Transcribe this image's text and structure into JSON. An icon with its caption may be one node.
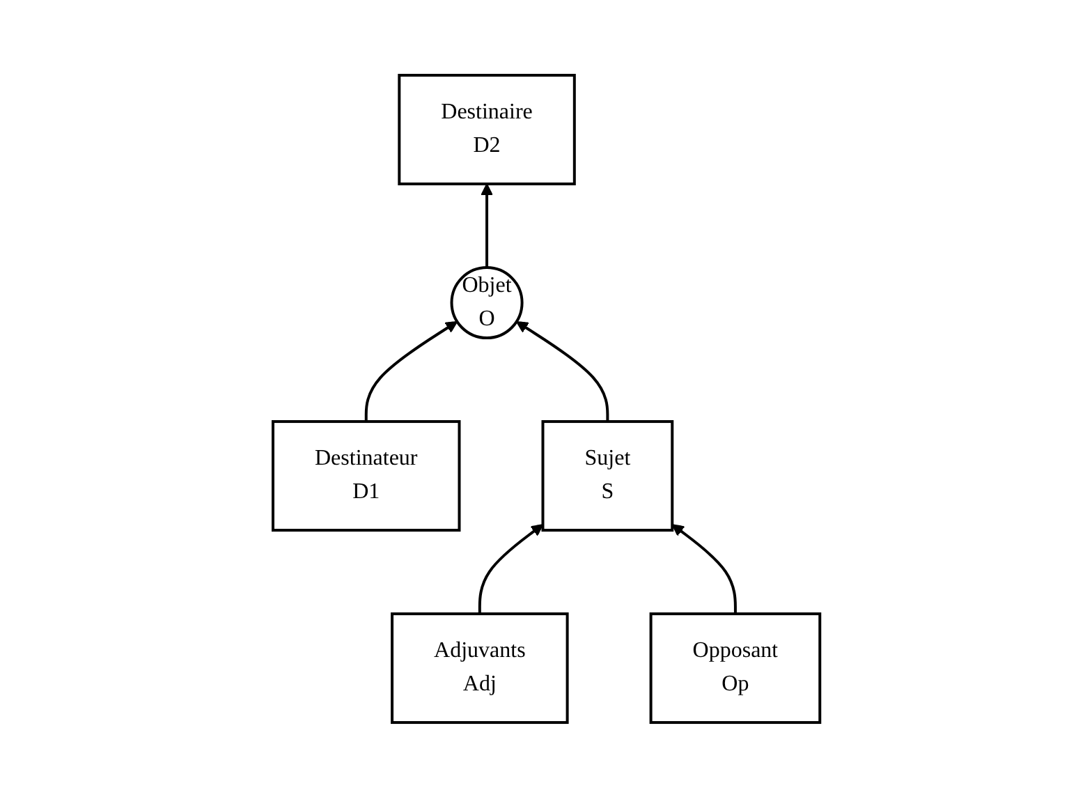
{
  "diagram": {
    "nodes": [
      {
        "text": [
          "Destinateur",
          "D1"
        ]
      },
      {
        "text": [
          "Objet",
          "O"
        ]
      },
      {
        "text": [
          "Destinaire",
          "D2"
        ]
      },
      {
        "text": [
          "Sujet",
          "S"
        ]
      },
      {
        "text": [
          "Adjuvants",
          "Adj"
        ]
      },
      {
        "text": [
          "Opposant",
          "Op"
        ]
      }
    ],
    "edges": [
      {
        "from": 0,
        "to": 1,
        "arrow": "to"
      },
      {
        "from": 1,
        "to": 2,
        "arrow": "to"
      },
      {
        "from": 3,
        "to": 1,
        "arrow": "to"
      },
      {
        "from": 4,
        "to": 3,
        "arrow": "to"
      },
      {
        "from": 5,
        "to": 3,
        "arrow": "to"
      }
    ]
  }
}
